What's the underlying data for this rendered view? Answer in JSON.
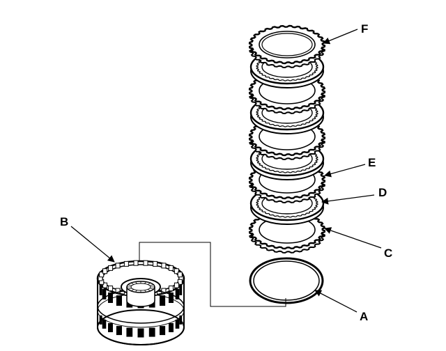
{
  "callouts": [
    {
      "id": "a",
      "text": "A"
    },
    {
      "id": "b",
      "text": "B"
    },
    {
      "id": "c",
      "text": "C"
    },
    {
      "id": "d",
      "text": "D"
    },
    {
      "id": "e",
      "text": "E"
    },
    {
      "id": "f",
      "text": "F"
    }
  ],
  "colors": {
    "ink": "#000000",
    "paper": "#ffffff"
  }
}
